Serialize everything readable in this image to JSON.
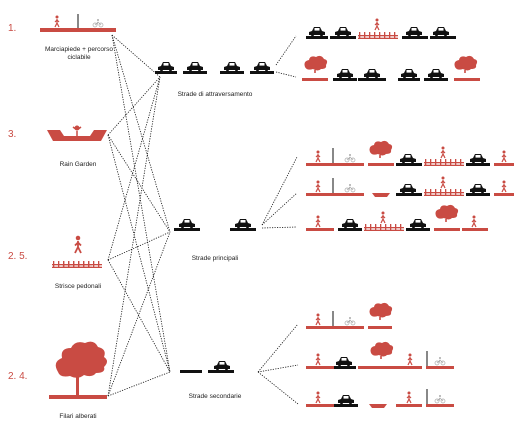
{
  "colors": {
    "red": "#c94b43",
    "black": "#111111",
    "ped": "#c94b43",
    "bike": "#bbbbbb"
  },
  "elements": [
    {
      "number": "1.",
      "label": "Marciapiede + percorso ciclabile"
    },
    {
      "number": "3.",
      "label": "Rain Garden"
    },
    {
      "number": "2. 5.",
      "label": "Strisce pedonali"
    },
    {
      "number": "2. 4.",
      "label": "Filari alberati"
    }
  ],
  "street_types": [
    {
      "label": "Strade di attraversamento"
    },
    {
      "label": "Strade principali"
    },
    {
      "label": "Strade secondarie"
    }
  ],
  "icons": [
    "pedestrian-icon",
    "bicycle-icon",
    "car-icon",
    "tree-icon",
    "rain-garden-icon",
    "crosswalk-icon"
  ]
}
